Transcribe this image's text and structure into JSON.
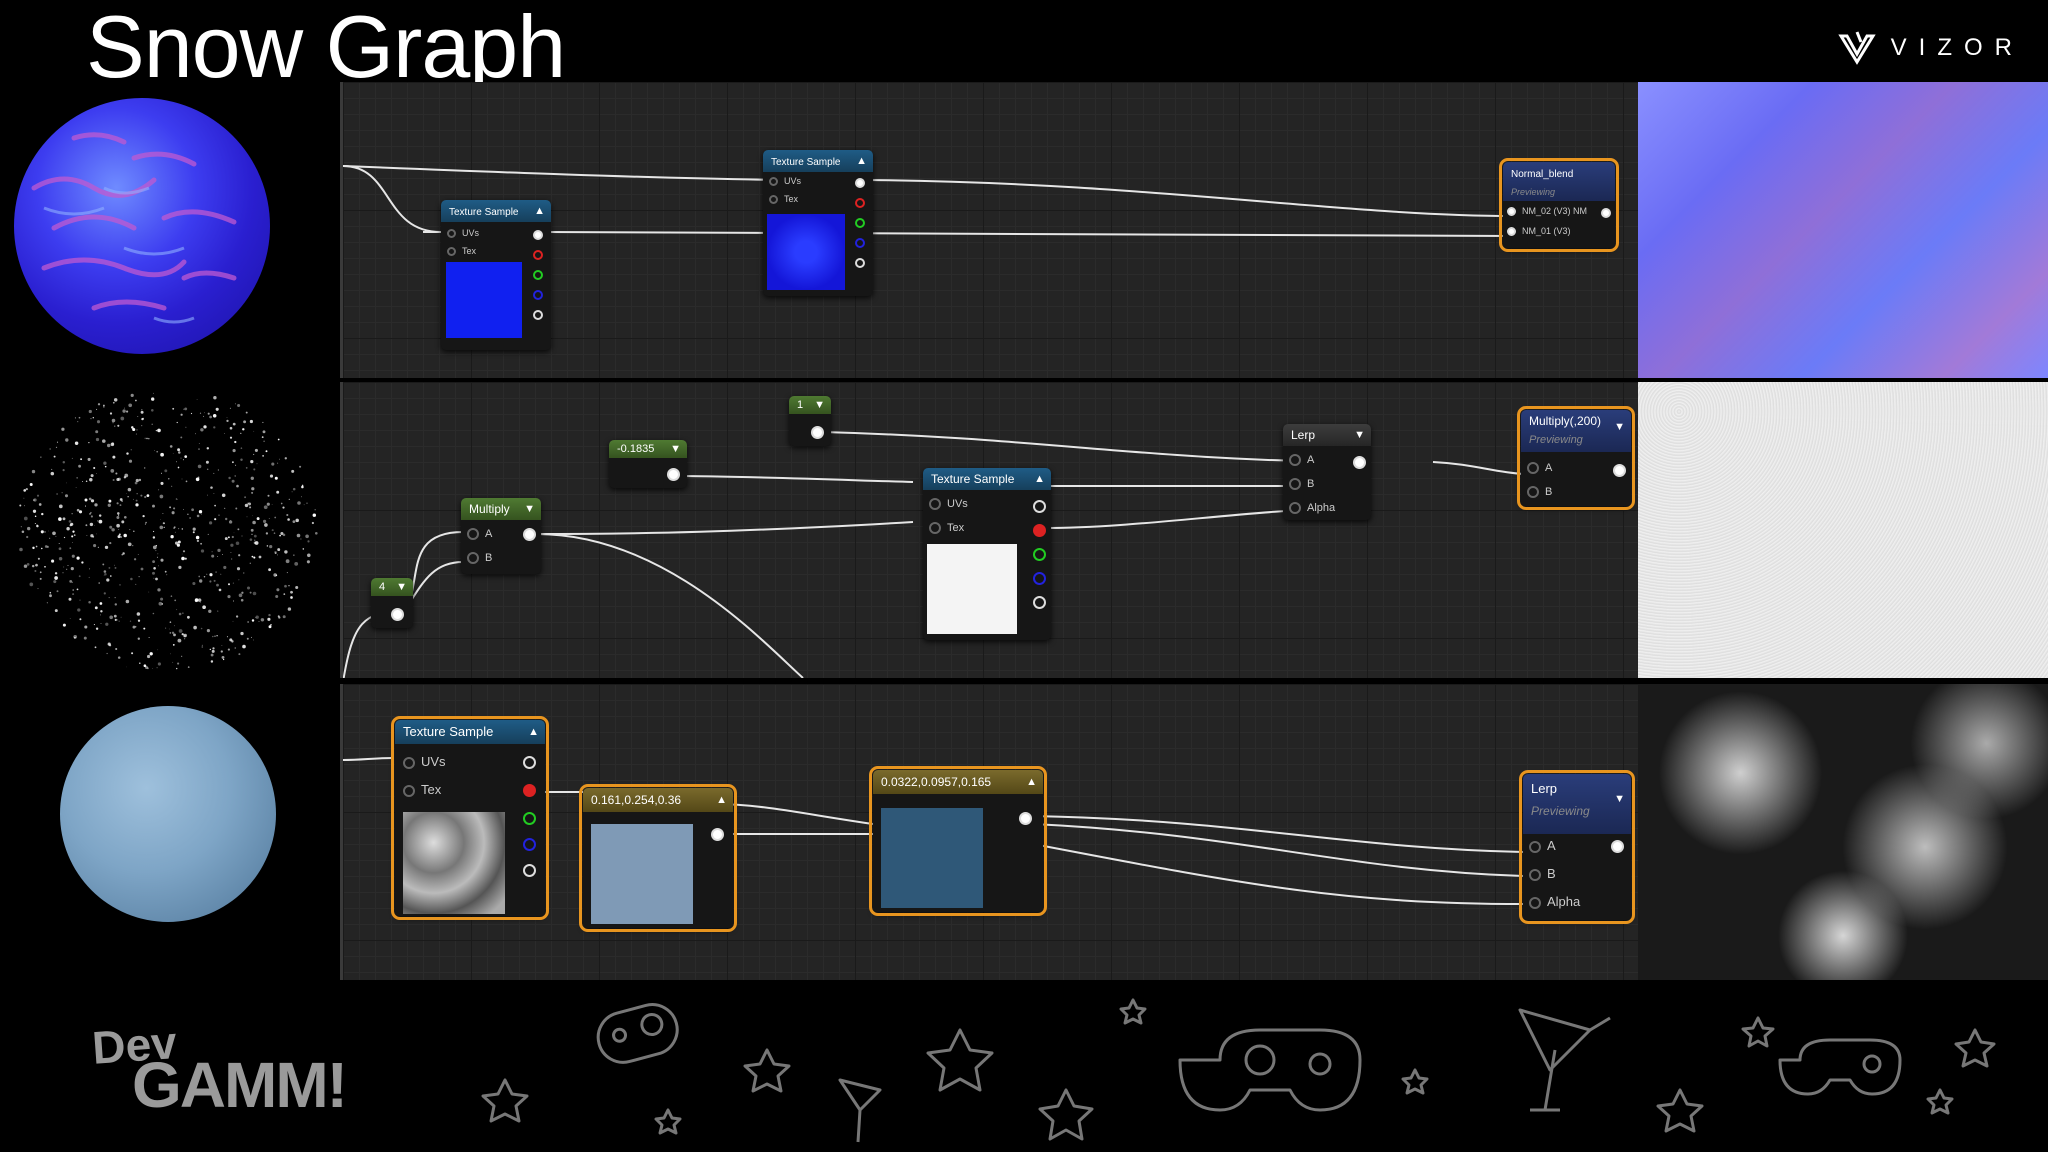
{
  "header": {
    "title": "Snow Graph",
    "brand": "VIZOR"
  },
  "footer": {
    "brand_top": "Dev",
    "brand_bottom": "GAMM!"
  },
  "rows": [
    {
      "nodes": {
        "tex_a": {
          "title": "Texture Sample",
          "pin_uvs": "UVs",
          "pin_tex": "Tex"
        },
        "tex_b": {
          "title": "Texture Sample",
          "pin_uvs": "UVs",
          "pin_tex": "Tex"
        },
        "blend": {
          "title": "Normal_blend",
          "status": "Previewing",
          "pin_a": "NM_02 (V3)  NM",
          "pin_b": "NM_01 (V3)"
        }
      }
    },
    {
      "nodes": {
        "const_one": {
          "value": "1"
        },
        "const_neg": {
          "value": "-0.1835"
        },
        "const_four": {
          "value": "4"
        },
        "multiply": {
          "title": "Multiply",
          "pin_a": "A",
          "pin_b": "B"
        },
        "tex": {
          "title": "Texture Sample",
          "pin_uvs": "UVs",
          "pin_tex": "Tex"
        },
        "lerp": {
          "title": "Lerp",
          "pin_a": "A",
          "pin_b": "B",
          "pin_alpha": "Alpha"
        },
        "mult200": {
          "title": "Multiply(,200)",
          "status": "Previewing",
          "pin_a": "A",
          "pin_b": "B"
        }
      }
    },
    {
      "nodes": {
        "tex": {
          "title": "Texture Sample",
          "pin_uvs": "UVs",
          "pin_tex": "Tex"
        },
        "color1": {
          "title": "0.161,0.254,0.36",
          "color": "#7f9ab6"
        },
        "color2": {
          "title": "0.0322,0.0957,0.165",
          "color": "#2f5878"
        },
        "lerp": {
          "title": "Lerp",
          "status": "Previewing",
          "pin_a": "A",
          "pin_b": "B",
          "pin_alpha": "Alpha"
        }
      }
    }
  ]
}
